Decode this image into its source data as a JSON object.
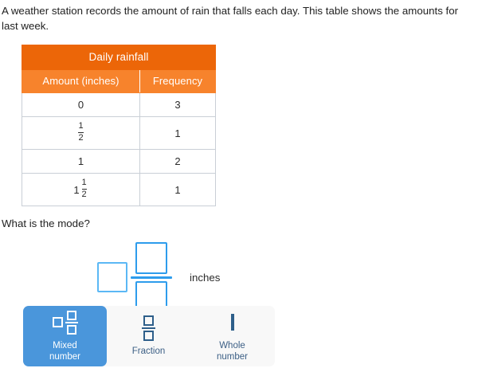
{
  "prompt": "A weather station records the amount of rain that falls each day. This table shows the amounts for last week.",
  "table": {
    "title": "Daily rainfall",
    "columns": [
      "Amount (inches)",
      "Frequency"
    ],
    "rows": [
      {
        "amount": "0",
        "amount_type": "integer",
        "whole": "0",
        "numerator": "",
        "denominator": "",
        "frequency": "3"
      },
      {
        "amount": "1/2",
        "amount_type": "fraction",
        "whole": "",
        "numerator": "1",
        "denominator": "2",
        "frequency": "1"
      },
      {
        "amount": "1",
        "amount_type": "integer",
        "whole": "1",
        "numerator": "",
        "denominator": "",
        "frequency": "2"
      },
      {
        "amount": "1 1/2",
        "amount_type": "mixed",
        "whole": "1",
        "numerator": "1",
        "denominator": "2",
        "frequency": "1"
      }
    ]
  },
  "question": "What is the mode?",
  "answer": {
    "whole_value": "",
    "numerator_value": "",
    "denominator_value": "",
    "whole_placeholder": "",
    "numerator_placeholder": "",
    "denominator_placeholder": "",
    "units": "inches"
  },
  "answer_type_selector": {
    "selected": "mixed-number",
    "options": [
      {
        "id": "mixed-number",
        "label": "Mixed\nnumber",
        "label_line1": "Mixed",
        "label_line2": "number",
        "icon": "mixed-number-icon",
        "selected": true
      },
      {
        "id": "fraction",
        "label": "Fraction",
        "label_line1": "Fraction",
        "label_line2": "",
        "icon": "fraction-icon",
        "selected": false
      },
      {
        "id": "whole-number",
        "label": "Whole\nnumber",
        "label_line1": "Whole",
        "label_line2": "number",
        "icon": "whole-number-icon",
        "selected": false
      }
    ]
  },
  "colors": {
    "table_title_bg": "#ec6608",
    "table_header_bg": "#f7832c",
    "table_border": "#c9cfd6",
    "input_whole_border": "#5bb8f5",
    "input_fraction_border": "#2d9cec",
    "selector_panel_bg": "#f8f8f8",
    "selector_active_bg": "#4a96db",
    "selector_label": "#3c5f85",
    "text": "#222222"
  }
}
